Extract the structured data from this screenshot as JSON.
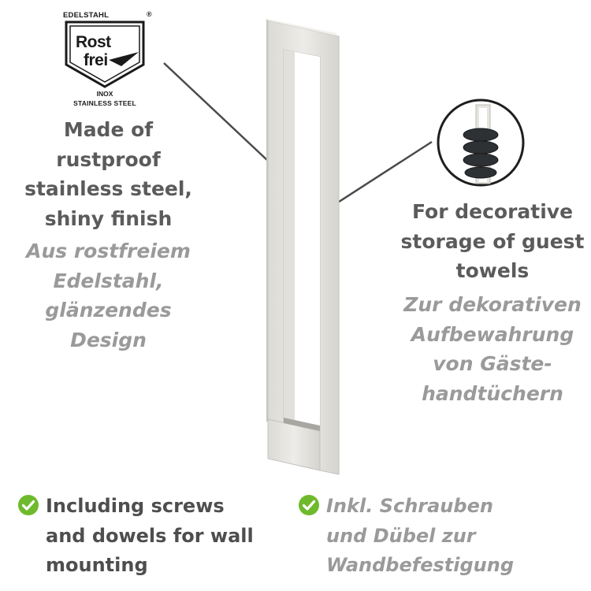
{
  "badge": {
    "top_text": "EDELSTAHL",
    "registered": "®",
    "line1": "Rost",
    "line2": "frei",
    "inox": "INOX",
    "stainless": "STAINLESS STEEL"
  },
  "left": {
    "english": [
      "Made of",
      "rustproof",
      "stainless steel,",
      "shiny finish"
    ],
    "german": [
      "Aus rostfreiem",
      "Edelstahl,",
      "glänzendes",
      "Design"
    ]
  },
  "right": {
    "english": [
      "For decorative",
      "storage of guest",
      "towels"
    ],
    "german": [
      "Zur dekorativen",
      "Aufbewahrung",
      "von Gäste-",
      "handtüchern"
    ]
  },
  "bottom": {
    "english": [
      "Including screws",
      "and dowels for wall",
      "mounting"
    ],
    "german": [
      "Inkl. Schrauben",
      "und Dübel zur",
      "Wandbefestigung"
    ]
  },
  "colors": {
    "text_dark": "#5b5b5b",
    "text_light": "#9a9a9a",
    "check_green": "#6fba2c",
    "steel": "#e3e1dc"
  },
  "icons": [
    "check-icon",
    "rostfrei-shield-icon"
  ]
}
